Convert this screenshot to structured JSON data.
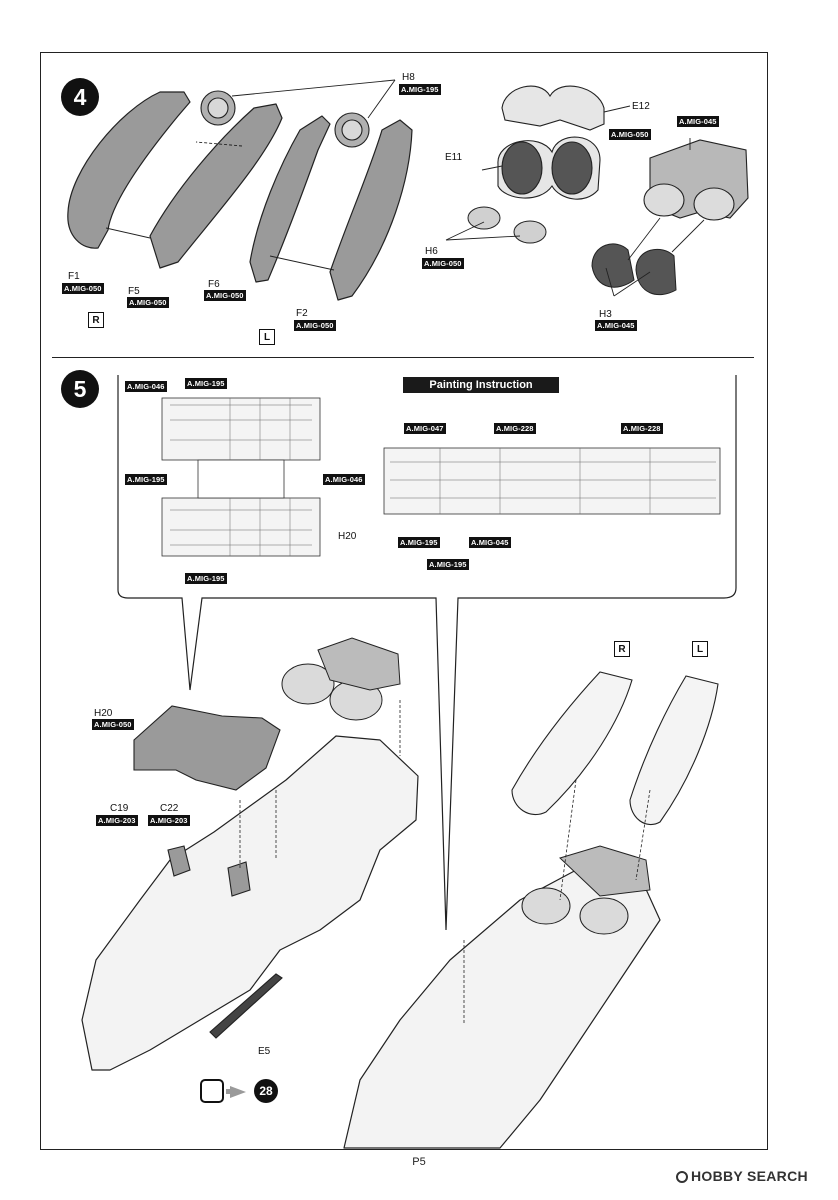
{
  "steps": [
    {
      "number": "4"
    },
    {
      "number": "5"
    }
  ],
  "step4": {
    "parts": {
      "h8": {
        "label": "H8",
        "paint": "A.MIG-195"
      },
      "f1": {
        "label": "F1",
        "paint": "A.MIG-050"
      },
      "f5": {
        "label": "F5",
        "paint": "A.MIG-050"
      },
      "f6": {
        "label": "F6",
        "paint": "A.MIG-050"
      },
      "f2": {
        "label": "F2",
        "paint": "A.MIG-050"
      },
      "e12": {
        "label": "E12"
      },
      "e11": {
        "label": "E11"
      },
      "e_paint": {
        "paint": "A.MIG-050"
      },
      "e_paint2": {
        "paint": "A.MIG-045"
      },
      "h6": {
        "label": "H6",
        "paint": "A.MIG-050"
      },
      "h3": {
        "label": "H3",
        "paint": "A.MIG-045"
      }
    },
    "side_right": "R",
    "side_left": "L"
  },
  "step5": {
    "painting_instruction": "Painting Instruction",
    "left_view": {
      "tags": [
        "A.MIG-046",
        "A.MIG-195",
        "A.MIG-195",
        "A.MIG-046",
        "A.MIG-195"
      ],
      "part": "H20"
    },
    "right_view": {
      "tags": [
        "A.MIG-047",
        "A.MIG-228",
        "A.MIG-228",
        "A.MIG-195",
        "A.MIG-195",
        "A.MIG-045"
      ]
    },
    "parts": {
      "h20": {
        "label": "H20",
        "paint": "A.MIG-050"
      },
      "c19": {
        "label": "C19",
        "paint": "A.MIG-203"
      },
      "c22": {
        "label": "C22",
        "paint": "A.MIG-203"
      },
      "e5": {
        "label": "E5"
      }
    },
    "side_right": "R",
    "side_left": "L",
    "reference_step": "28"
  },
  "footer": {
    "page": "P5",
    "watermark": "HOBBY SEARCH"
  }
}
